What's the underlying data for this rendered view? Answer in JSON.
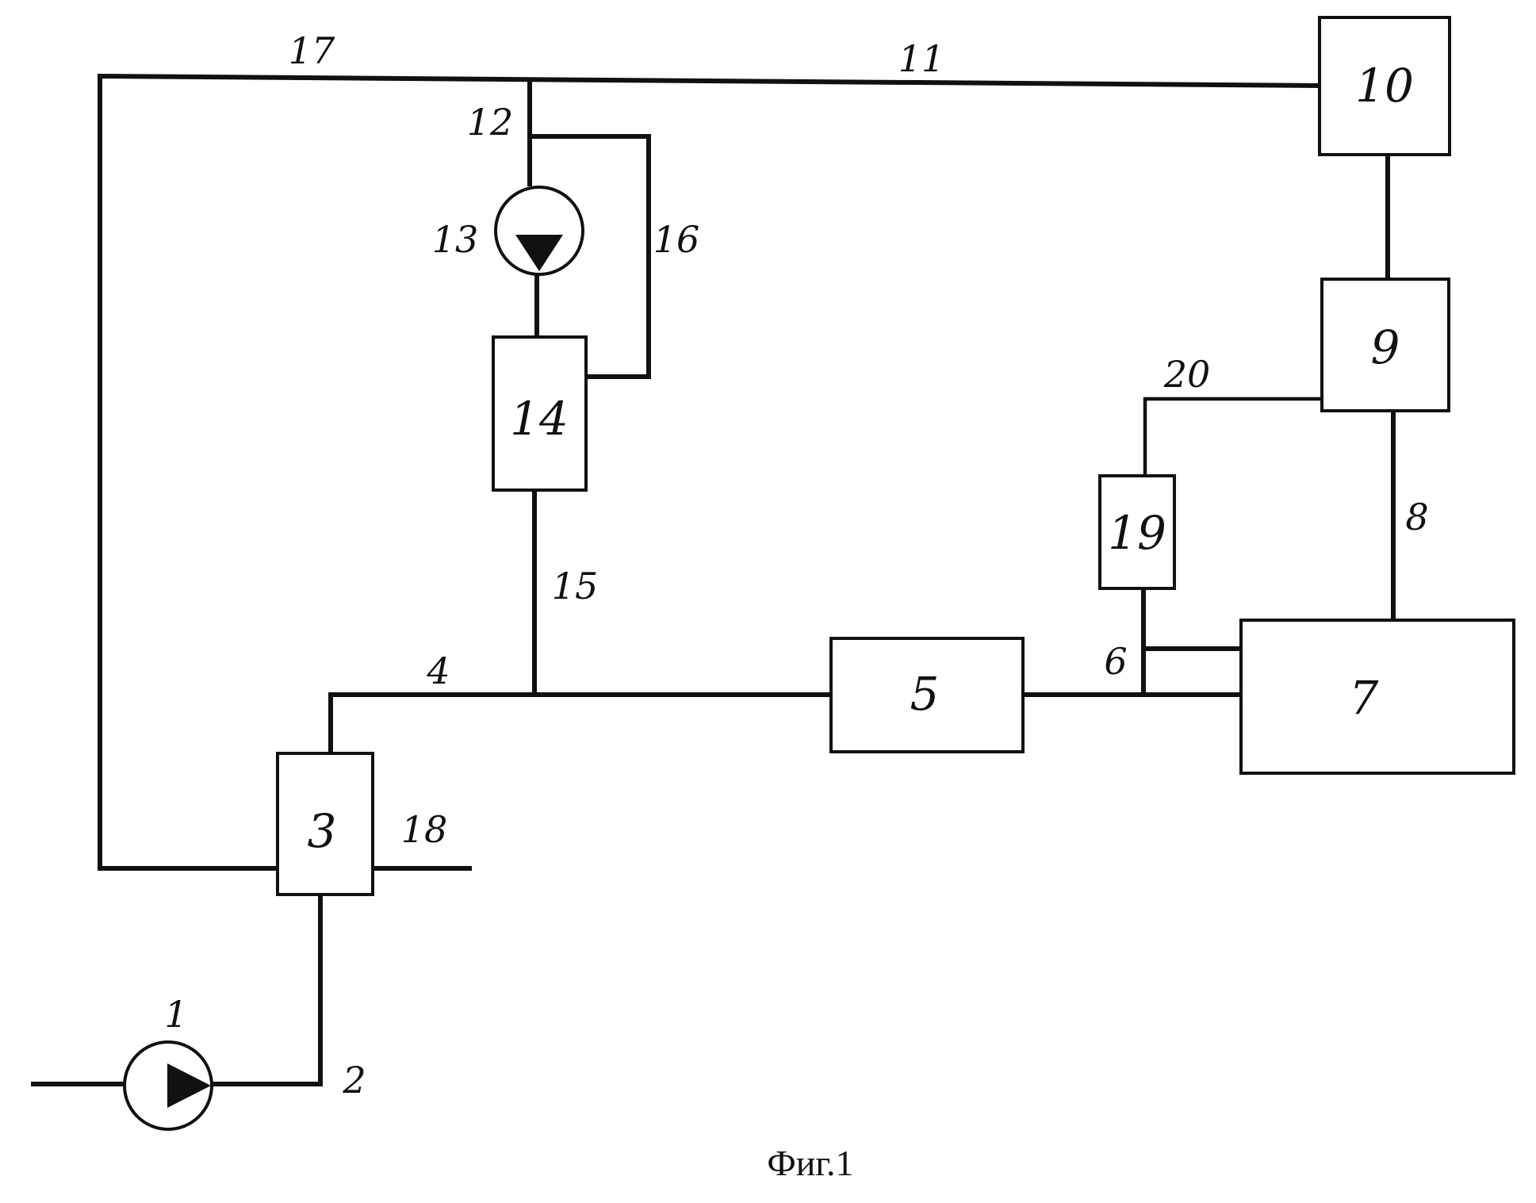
{
  "caption": "Фиг.1",
  "units": {
    "u1": "1",
    "u3": "3",
    "u5": "5",
    "u7": "7",
    "u9": "9",
    "u10": "10",
    "u13": "13",
    "u14": "14",
    "u19": "19"
  },
  "lines": {
    "l2": "2",
    "l4": "4",
    "l6": "6",
    "l8": "8",
    "l11": "11",
    "l12": "12",
    "l15": "15",
    "l16": "16",
    "l17": "17",
    "l18": "18",
    "l20": "20"
  },
  "colors": {
    "ink": "#111111",
    "paper": "#ffffff"
  }
}
